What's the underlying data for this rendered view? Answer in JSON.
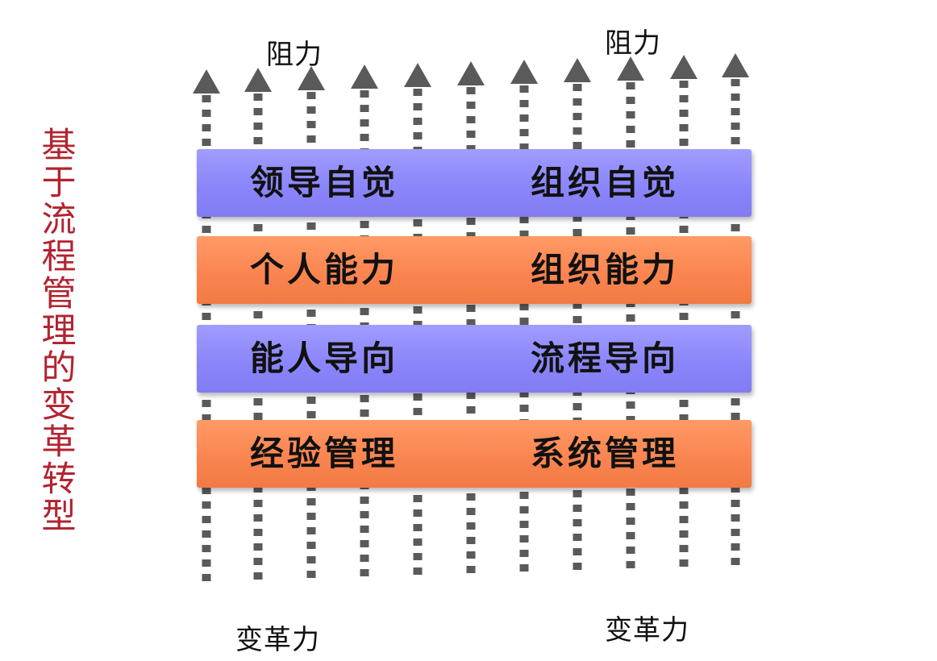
{
  "title": "基于流程管理的变革转型",
  "resistance_label_left": "阻力",
  "resistance_label_right": "阻力",
  "change_force_label_left": "变革力",
  "change_force_label_right": "变革力",
  "bands": [
    {
      "left": "领导自觉",
      "right": "组织自觉",
      "color": "#8f8af9"
    },
    {
      "left": "个人能力",
      "right": "组织能力",
      "color": "#fb8754"
    },
    {
      "left": "能人导向",
      "right": "流程导向",
      "color": "#8f8af9"
    },
    {
      "left": "经验管理",
      "right": "系统管理",
      "color": "#fb8754"
    }
  ],
  "arrow_color": "#5a5a5a",
  "title_color": "#b32330"
}
